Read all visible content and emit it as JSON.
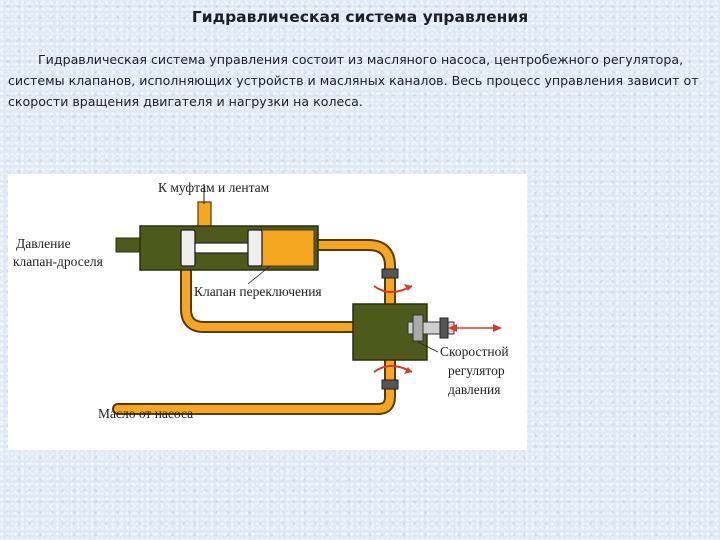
{
  "slide": {
    "title": "Гидравлическая система управления",
    "body": "Гидравлическая система управления состоит из масляного насоса, центробежного регулятора, системы клапанов, исполняющих устройств и масляных каналов. Весь процесс управления зависит от скорости вращения двигателя и нагрузки на колеса."
  },
  "diagram": {
    "labels": {
      "to_clutches": "К муфтам и лентам",
      "throttle_pressure_line1": "Давление",
      "throttle_pressure_line2": "клапан-дроселя",
      "shift_valve": "Клапан переключения",
      "governor_line1": "Скоростной",
      "governor_line2": "регулятор",
      "governor_line3": "давления",
      "oil_from_pump": "Масло от насоса"
    },
    "colors": {
      "oil": "#f5a623",
      "oil_outline": "#5a3a00",
      "valve_body": "#4e5a1c",
      "arrow": "#d83a2a"
    }
  }
}
